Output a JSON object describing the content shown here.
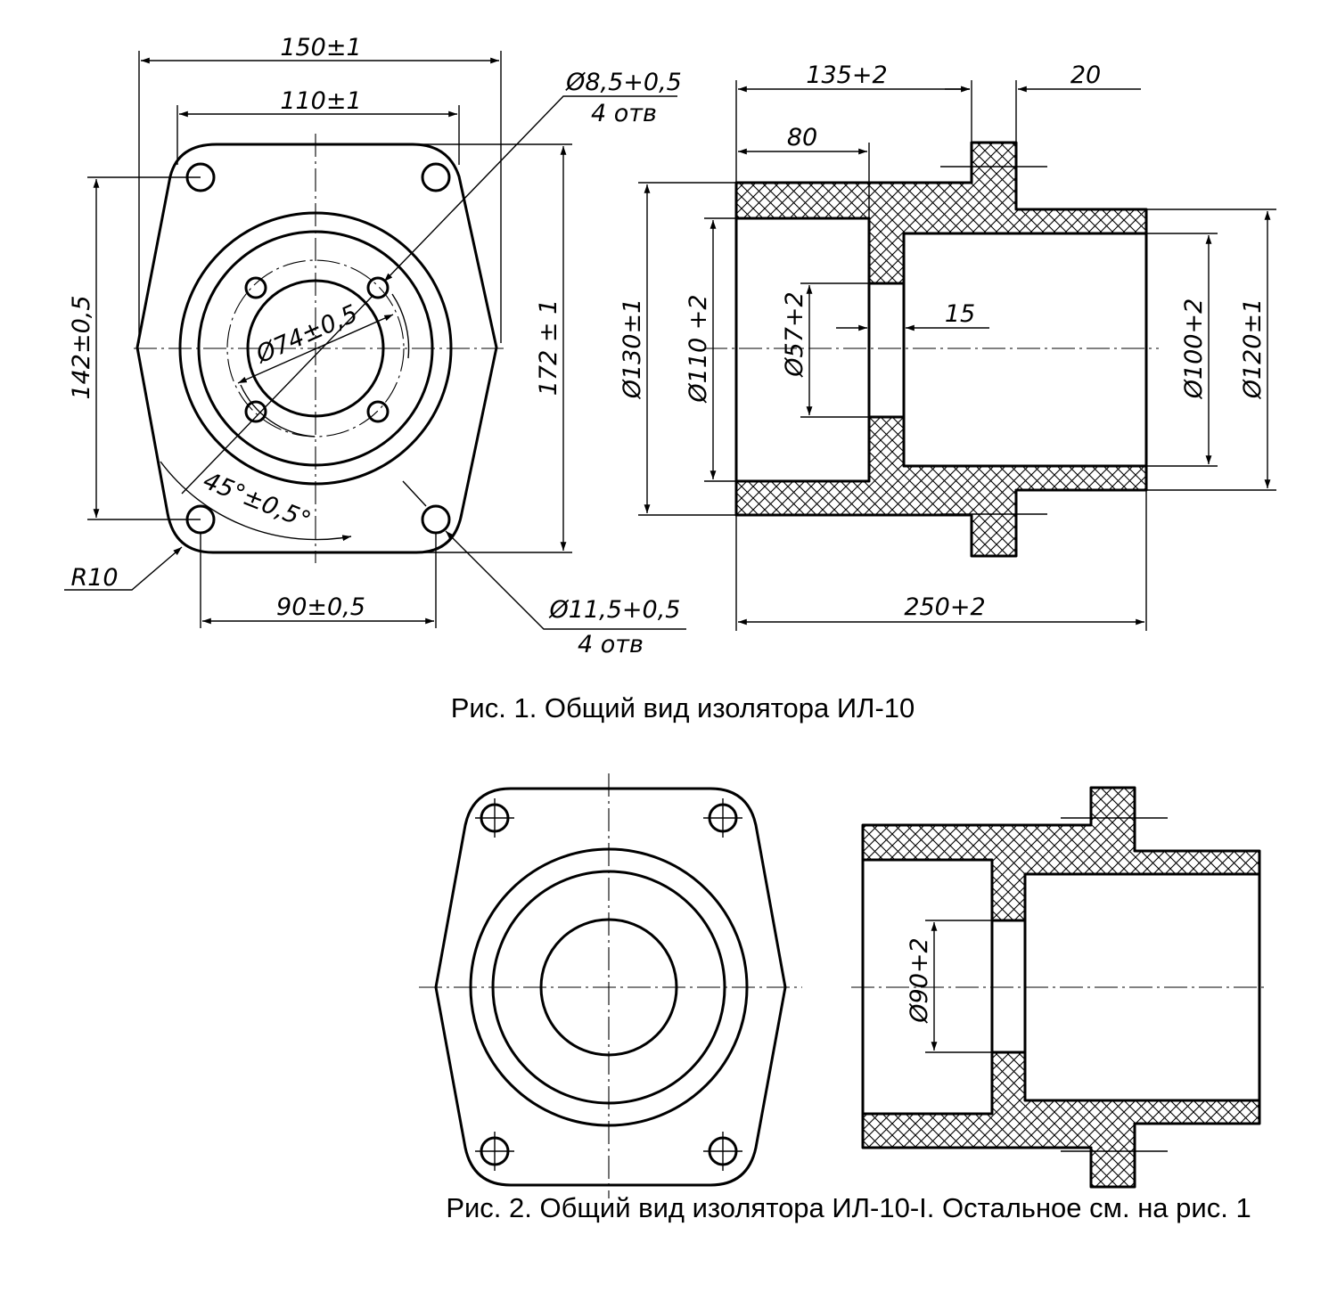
{
  "figure1": {
    "caption": "Рис. 1. Общий вид изолятора ИЛ-10",
    "front_view": {
      "dims": {
        "width_150": "150±1",
        "width_110": "110±1",
        "height_142": "142±0,5",
        "height_172": "172 ± 1",
        "bolt_90": "90±0,5",
        "radius": "R10",
        "circle_74": "Ø74±0,5",
        "angle": "45°±0,5°",
        "hole_small": "Ø8,5+0,5",
        "hole_small_qty": "4 отв",
        "hole_large": "Ø11,5+0,5",
        "hole_large_qty": "4 отв"
      }
    },
    "section_view": {
      "dims": {
        "len_135": "135+2",
        "len_20": "20",
        "len_80": "80",
        "len_15": "15",
        "len_250": "250+2",
        "dia_130": "Ø130±1",
        "dia_110": "Ø110 +2",
        "dia_57": "Ø57+2",
        "dia_100": "Ø100+2",
        "dia_120": "Ø120±1"
      }
    }
  },
  "figure2": {
    "caption": "Рис. 2. Общий вид изолятора ИЛ-10-I. Остальное см. на рис. 1",
    "dims": {
      "dia_90": "Ø90+2"
    }
  }
}
